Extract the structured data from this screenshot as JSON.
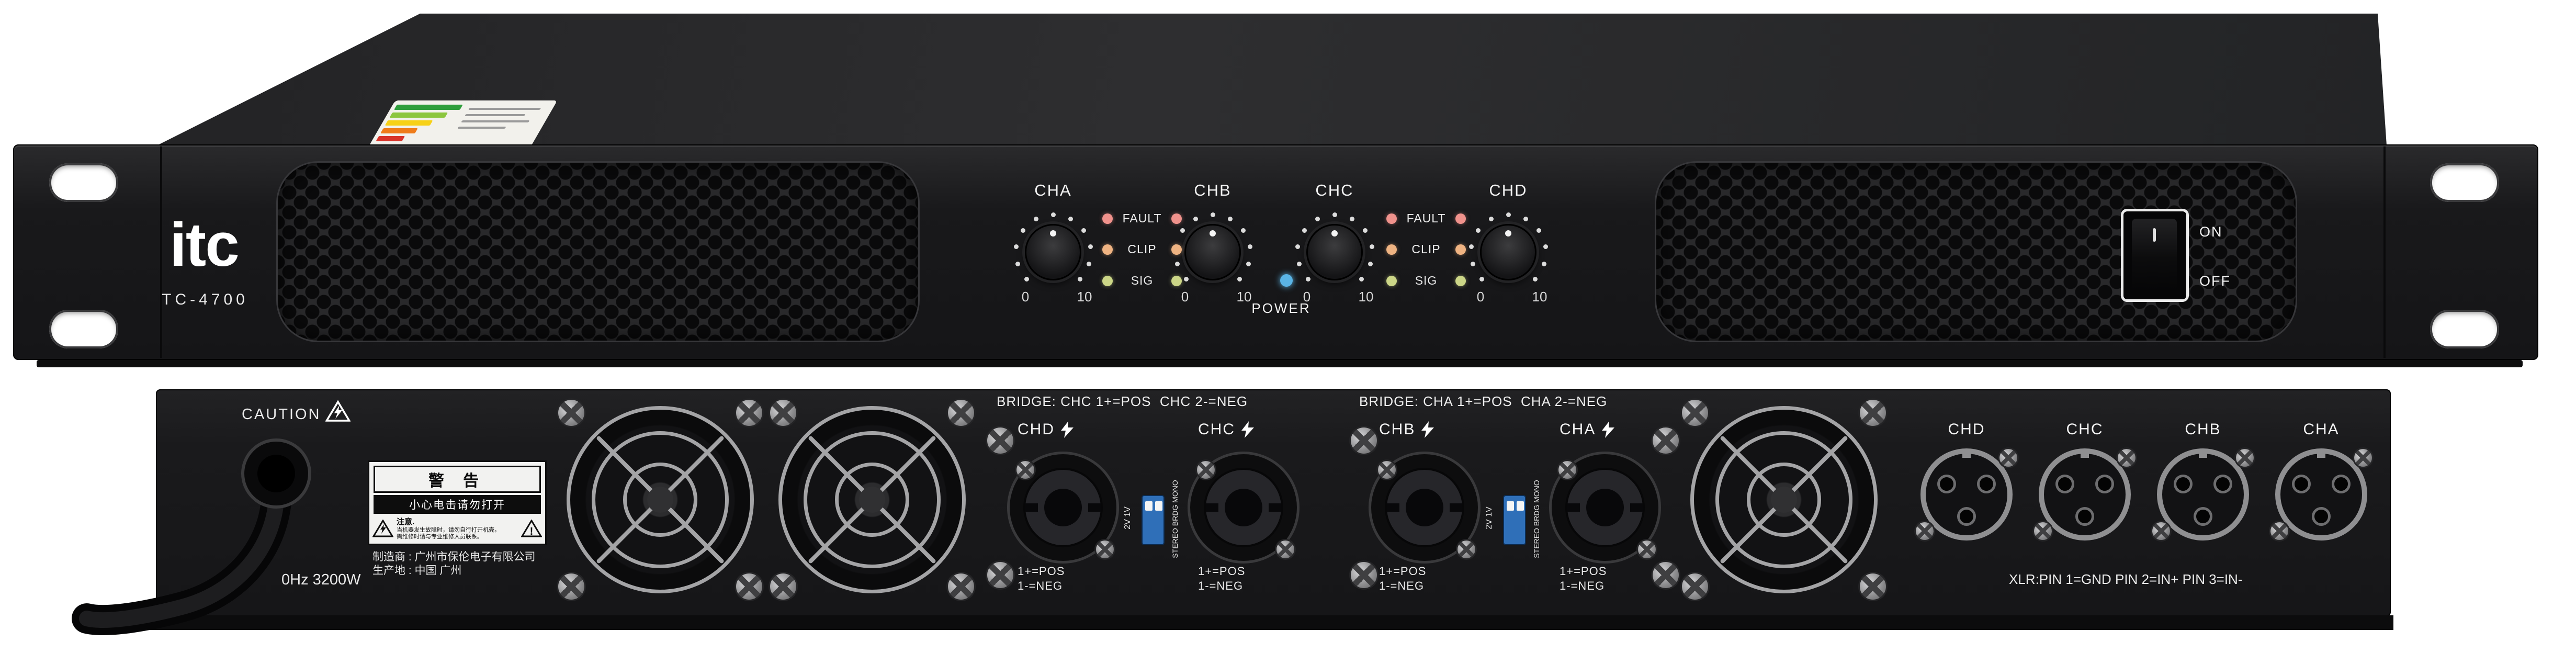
{
  "brand": "itc",
  "model": "TC-4700",
  "front": {
    "channels": [
      {
        "label": "CHA"
      },
      {
        "label": "CHB"
      },
      {
        "label": "CHC"
      },
      {
        "label": "CHD"
      }
    ],
    "knob_min": "0",
    "knob_max": "10",
    "led_labels": [
      "FAULT",
      "CLIP",
      "SIG"
    ],
    "power_label": "POWER",
    "switch_on": "ON",
    "switch_off": "OFF",
    "colors": {
      "fault_led": "#f0928c",
      "clip_led": "#efb382",
      "sig_led": "#ccd687",
      "power_led": "#5ab4e5"
    }
  },
  "rear": {
    "caution_label": "CAUTION",
    "warning": {
      "title": "警 告",
      "subtitle": "小心电击请勿打开",
      "note_heading": "注意.",
      "note_line1": "当机器发生故障时，请勿自行打开机壳，",
      "note_line2": "需维修时请与专业维修人员联系。"
    },
    "manufacturer_line1": "制造商 : 广州市保伦电子有限公司",
    "manufacturer_line2": "生产地 : 中国 广州",
    "power_rating": "0Hz 3200W",
    "bridge_labels": [
      "BRIDGE: CHC 1+=POS  CHC 2-=NEG",
      "BRIDGE: CHA 1+=POS  CHA 2-=NEG"
    ],
    "speakon_channels": [
      "CHD",
      "CHC",
      "CHB",
      "CHA"
    ],
    "pin_pos": "1+=POS",
    "pin_neg": "1-=NEG",
    "dip_voltage_label": "2V 1V",
    "dip_mode_label": "STEREO BRDG MONO",
    "xlr_channels": [
      "CHD",
      "CHC",
      "CHB",
      "CHA"
    ],
    "xlr_note": "XLR:PIN 1=GND PIN 2=IN+ PIN 3=IN-"
  }
}
